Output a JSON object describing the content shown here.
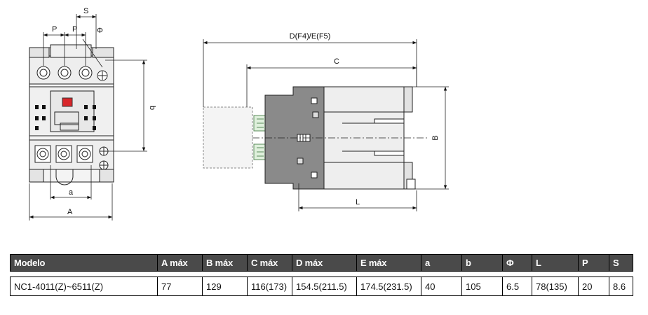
{
  "drawing": {
    "front": {
      "P1": "P",
      "P2": "P",
      "S": "S",
      "Phi": "Φ",
      "b": "b",
      "a": "a",
      "A": "A"
    },
    "side": {
      "DE": "D(F4)/E(F5)",
      "C": "C",
      "B": "B",
      "L": "L"
    }
  },
  "table": {
    "headers": [
      "Modelo",
      "A máx",
      "B máx",
      "C máx",
      "D máx",
      "E máx",
      "a",
      "b",
      "Φ",
      "L",
      "P",
      "S"
    ],
    "rows": [
      [
        "NC1-4011(Z)~6511(Z)",
        "77",
        "129",
        "116(173)",
        "154.5(211.5)",
        "174.5(231.5)",
        "40",
        "105",
        "6.5",
        "78(135)",
        "20",
        "8.6"
      ]
    ]
  }
}
